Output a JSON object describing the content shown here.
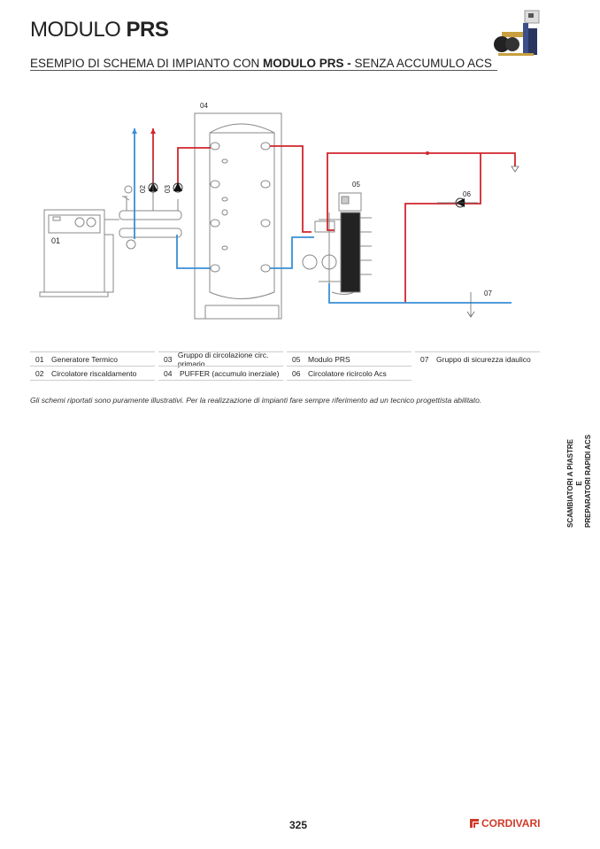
{
  "header": {
    "title_light": "MODULO",
    "title_bold": "PRS",
    "subtitle_pre": "ESEMPIO DI SCHEMA DI IMPIANTO CON ",
    "subtitle_bold": "MODULO PRS -",
    "subtitle_post": " SENZA ACCUMULO ACS"
  },
  "diagram": {
    "labels": {
      "l01": "01",
      "l02": "02",
      "l03": "03",
      "l04": "04",
      "l05": "05",
      "l06": "06",
      "l07": "07"
    },
    "colors": {
      "hot": "#d0262d",
      "cold": "#3a8fd6",
      "line": "#888888"
    }
  },
  "legend": [
    {
      "num": "01",
      "label": "Generatore Termico"
    },
    {
      "num": "02",
      "label": "Circolatore riscaldamento"
    },
    {
      "num": "03",
      "label": "Gruppo di circolazione circ. primario"
    },
    {
      "num": "04",
      "label": "PUFFER (accumulo inerziale)"
    },
    {
      "num": "05",
      "label": "Modulo PRS"
    },
    {
      "num": "06",
      "label": "Circolatore ricircolo Acs"
    },
    {
      "num": "07",
      "label": "Gruppo di sicurezza idaulico"
    }
  ],
  "note": "Gli schemi riportati sono puramente illustrativi. Per la realizzazione di impianti fare sempre riferimento ad un tecnico progettista abilitato.",
  "side_tab": {
    "line1": "SCAMBIATORI A PIASTRE",
    "line2": "E",
    "line3": "PREPARATORI RAPIDI ACS"
  },
  "footer": {
    "page": "325",
    "brand": "CORDIVARI"
  }
}
